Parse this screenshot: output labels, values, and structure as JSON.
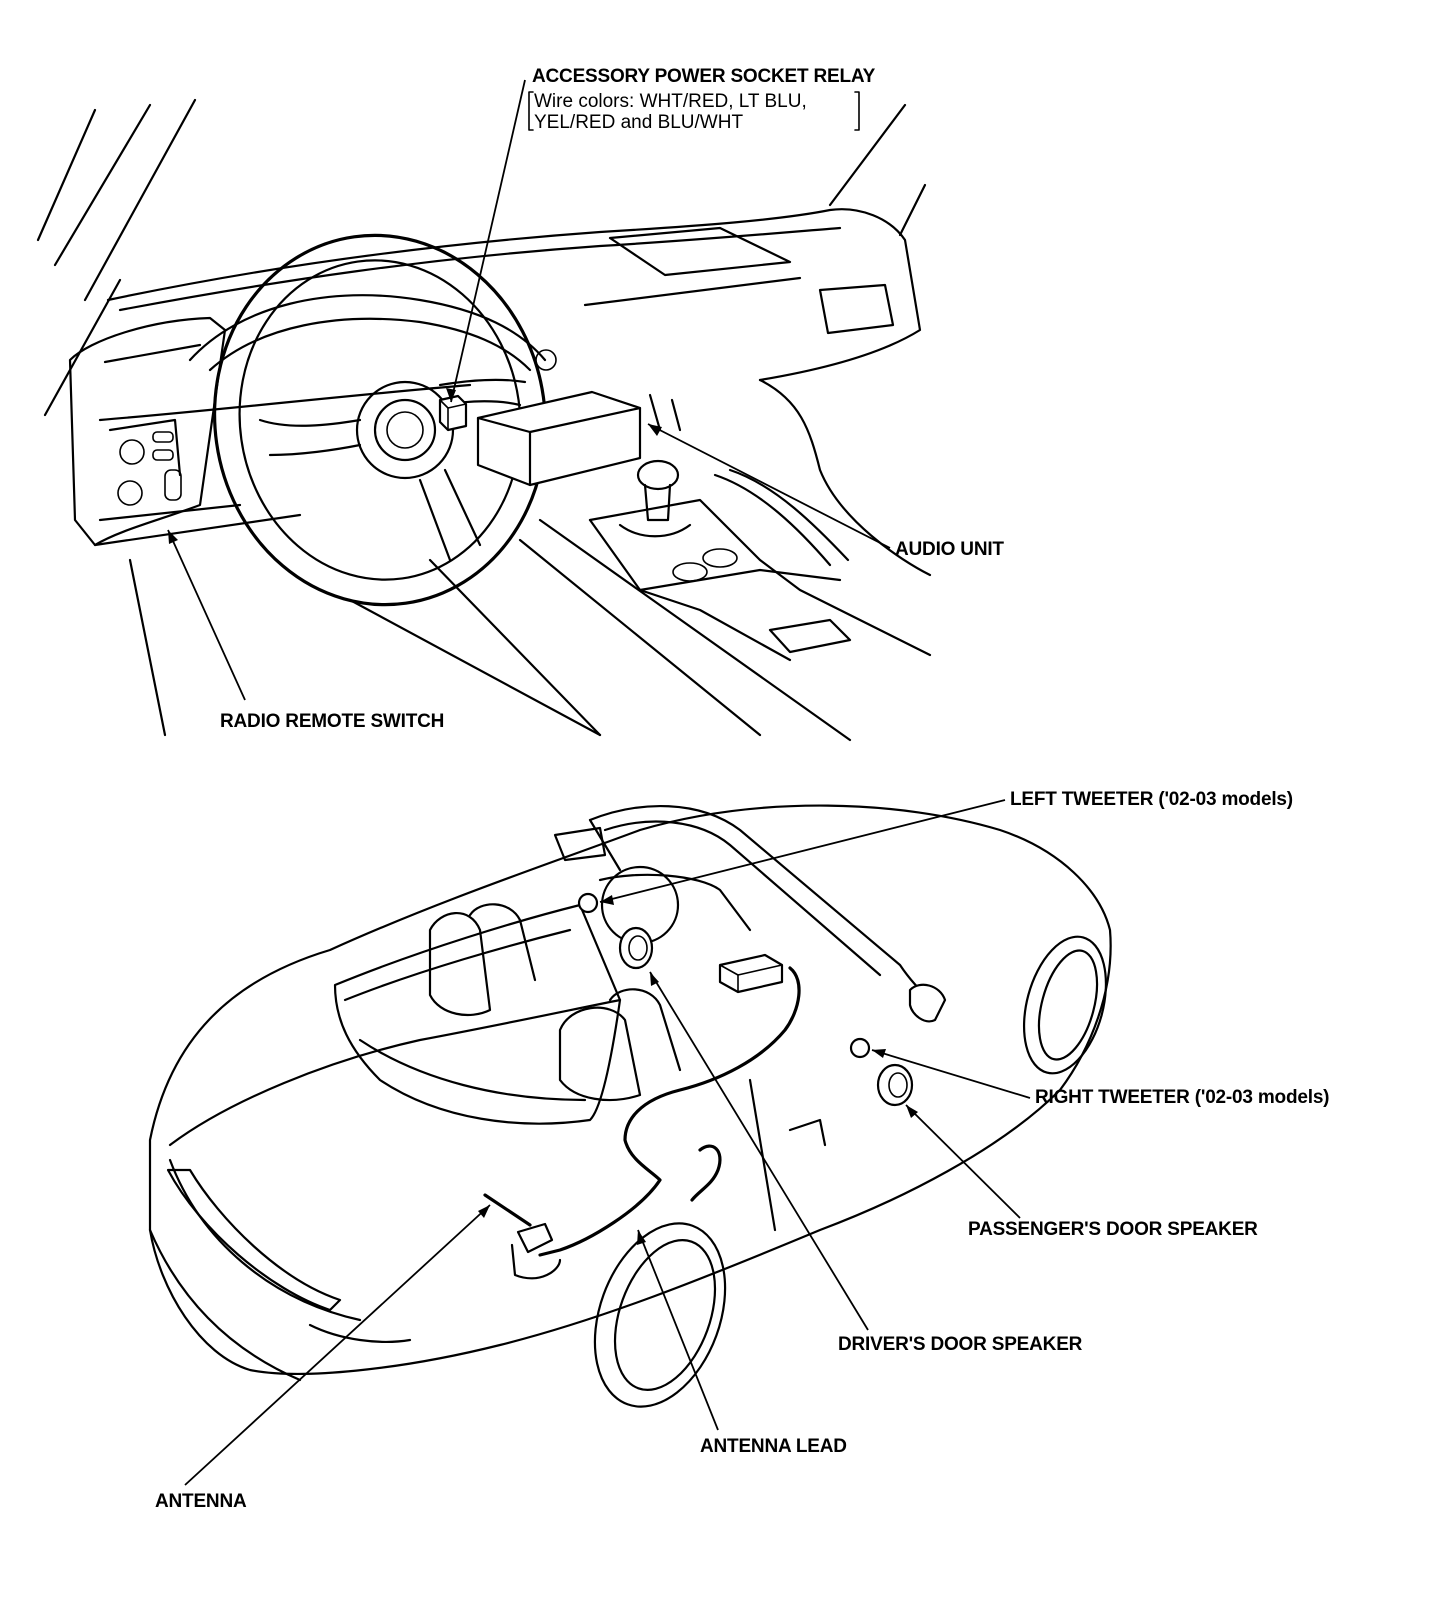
{
  "labels": {
    "accessory_relay": "ACCESSORY POWER SOCKET RELAY",
    "wire_colors_line1": "Wire colors: WHT/RED, LT BLU,",
    "wire_colors_line2": "YEL/RED and BLU/WHT",
    "audio_unit": "AUDIO UNIT",
    "radio_remote_switch": "RADIO REMOTE SWITCH",
    "left_tweeter": "LEFT TWEETER ('02-03 models)",
    "right_tweeter": "RIGHT TWEETER ('02-03 models)",
    "passenger_door_speaker": "PASSENGER'S DOOR SPEAKER",
    "driver_door_speaker": "DRIVER'S DOOR SPEAKER",
    "antenna_lead": "ANTENNA LEAD",
    "antenna": "ANTENNA"
  }
}
